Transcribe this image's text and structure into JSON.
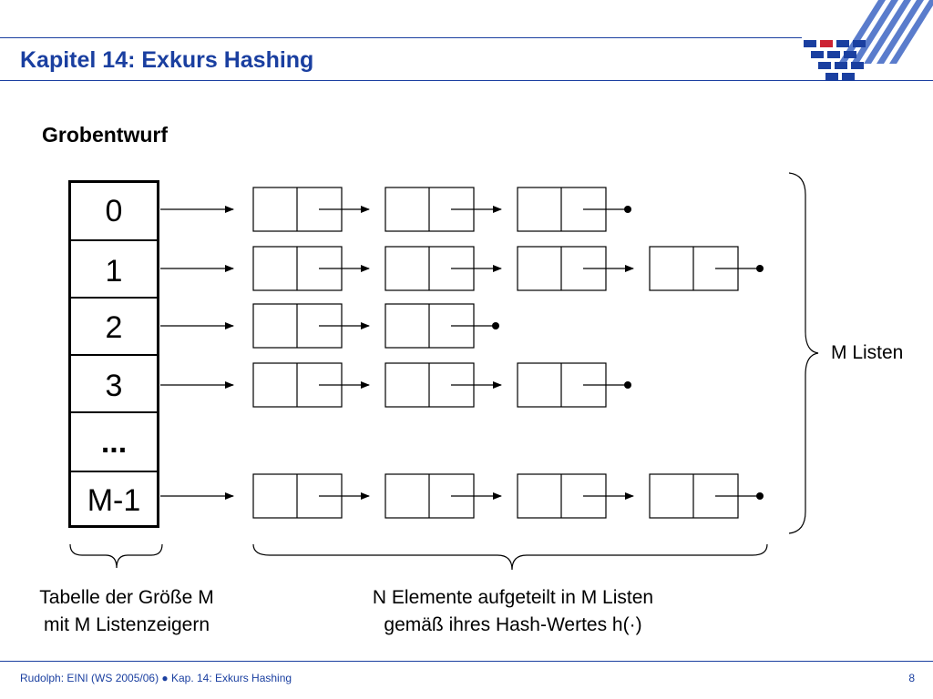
{
  "header": {
    "title": "Kapitel 14: Exkurs Hashing"
  },
  "slide": {
    "subtitle": "Grobentwurf"
  },
  "table": {
    "slots": [
      "0",
      "1",
      "2",
      "3",
      "...",
      "M-1"
    ],
    "list_lengths": [
      3,
      4,
      2,
      3,
      0,
      4
    ]
  },
  "labels": {
    "right_brace": "M Listen",
    "table_caption_line1": "Tabelle der Größe M",
    "table_caption_line2": "mit M Listenzeigern",
    "lists_caption_line1": "N Elemente aufgeteilt in M Listen",
    "lists_caption_line2": "gemäß ihres Hash-Wertes h(·)"
  },
  "footer": {
    "text": "Rudolph: EINI (WS 2005/06)  ●  Kap. 14: Exkurs Hashing",
    "page_number": "8"
  },
  "colors": {
    "accent": "#1a3fa0",
    "logo_red": "#cc2233"
  }
}
